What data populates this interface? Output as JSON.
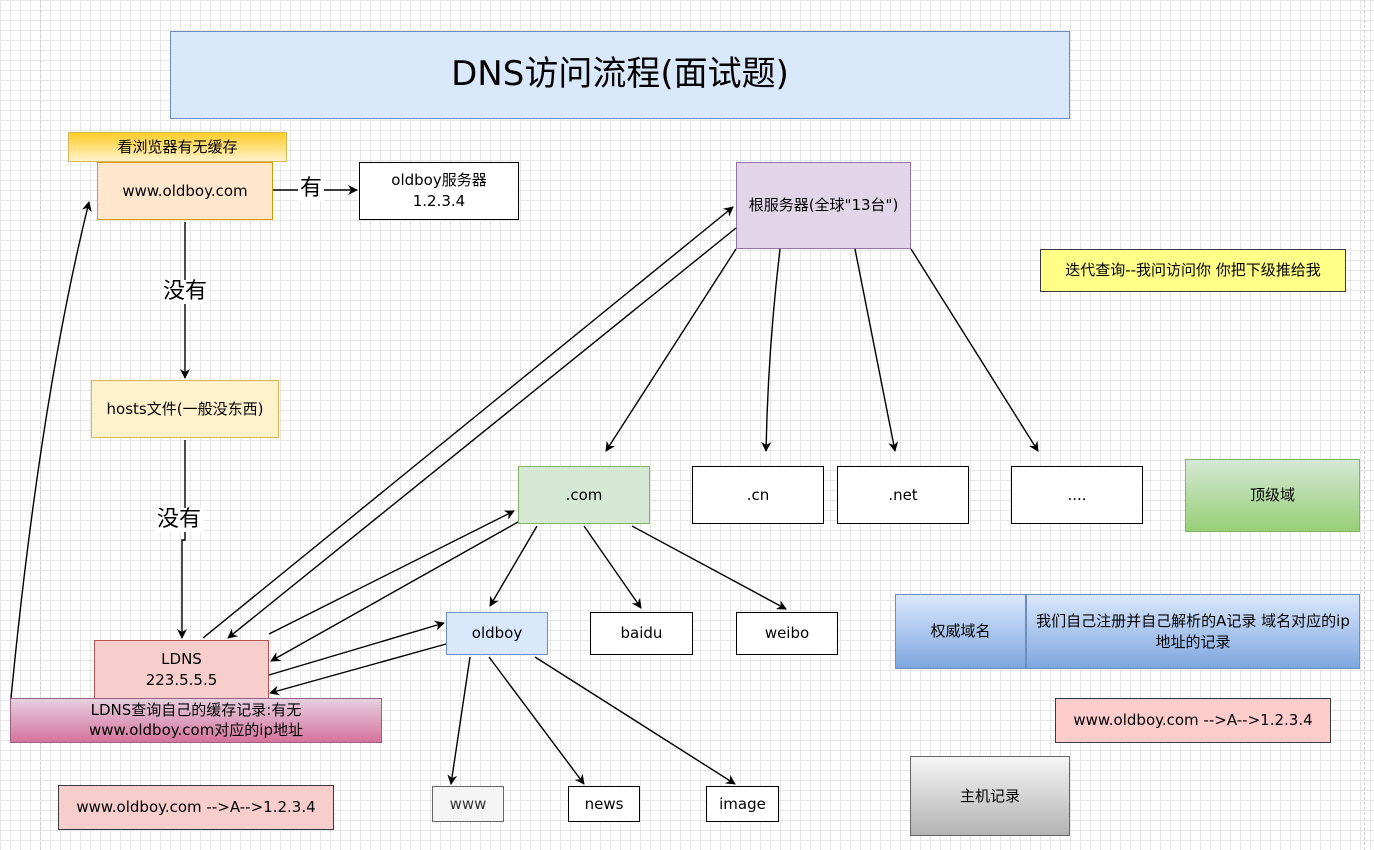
{
  "title": "DNS访问流程(面试题)",
  "browser_cache": "看浏览器有无缓存",
  "domain_node": "www.oldboy.com",
  "edge_yes": "有",
  "oldboy_server": {
    "name": "oldboy服务器",
    "ip": "1.2.3.4"
  },
  "edge_no_1": "没有",
  "hosts_file": "hosts文件(一般没东西)",
  "edge_no_2": "没有",
  "ldns": {
    "name": "LDNS",
    "ip": "223.5.5.5"
  },
  "ldns_cache": {
    "line1": "LDNS查询自己的缓存记录:有无",
    "line2": "www.oldboy.com对应的ip地址"
  },
  "record_left": "www.oldboy.com -->A-->1.2.3.4",
  "root_server": "根服务器(全球\"13台\")",
  "iterative_note": "迭代查询--我问访问你 你把下级推给我",
  "tlds": [
    ".com",
    ".cn",
    ".net",
    "...."
  ],
  "top_level_label": "顶级域",
  "second_level": [
    "oldboy",
    "baidu",
    "weibo"
  ],
  "hosts": [
    "www",
    "news",
    "image"
  ],
  "authoritative": {
    "label": "权威域名",
    "desc": "我们自己注册并自己解析的A记录 域名对应的ip地址的记录"
  },
  "record_right": "www.oldboy.com -->A-->1.2.3.4",
  "host_record_label": "主机记录",
  "colors": {
    "title_bg": "#dae8fc",
    "title_border": "#6c8ebf",
    "yellow": "#fff2cc",
    "yellow_border": "#d6b656",
    "orange": "#ffe6cc",
    "orange_border": "#d79b00",
    "purple": "#e1d5e7",
    "purple_border": "#9673a6",
    "green": "#d5e8d4",
    "green_border": "#82b366",
    "red": "#f8cecc",
    "red_border": "#b85450",
    "note_yellow": "#ffff88"
  }
}
